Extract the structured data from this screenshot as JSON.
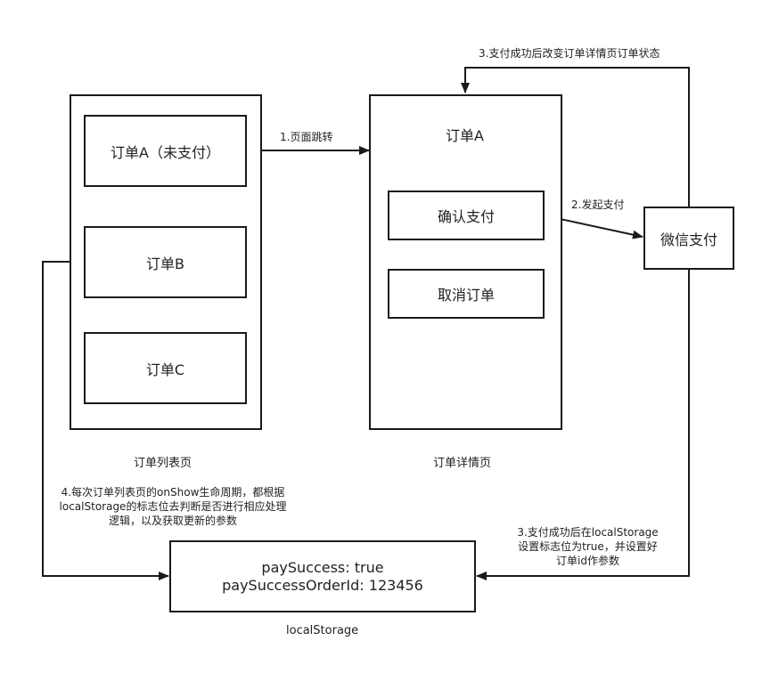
{
  "order_list_page": {
    "label": "订单列表页",
    "orders": [
      "订单A（未支付）",
      "订单B",
      "订单C"
    ]
  },
  "order_detail_page": {
    "label": "订单详情页",
    "title": "订单A",
    "buttons": [
      "确认支付",
      "取消订单"
    ]
  },
  "wechat_pay": {
    "label": "微信支付"
  },
  "storage": {
    "label": "localStorage",
    "line1": "paySuccess: true",
    "line2": "paySuccessOrderId: 123456"
  },
  "edges": {
    "step1": "1.页面跳转",
    "step2": "2.发起支付",
    "step3_top": "3.支付成功后改变订单详情页订单状态",
    "step3_bottom": [
      "3.支付成功后在localStorage",
      "设置标志位为true，并设置好",
      "订单id作参数"
    ],
    "step4": [
      "4.每次订单列表页的onShow生命周期，都根据",
      "localStorage的标志位去判断是否进行相应处理",
      "逻辑，以及获取更新的参数"
    ]
  }
}
